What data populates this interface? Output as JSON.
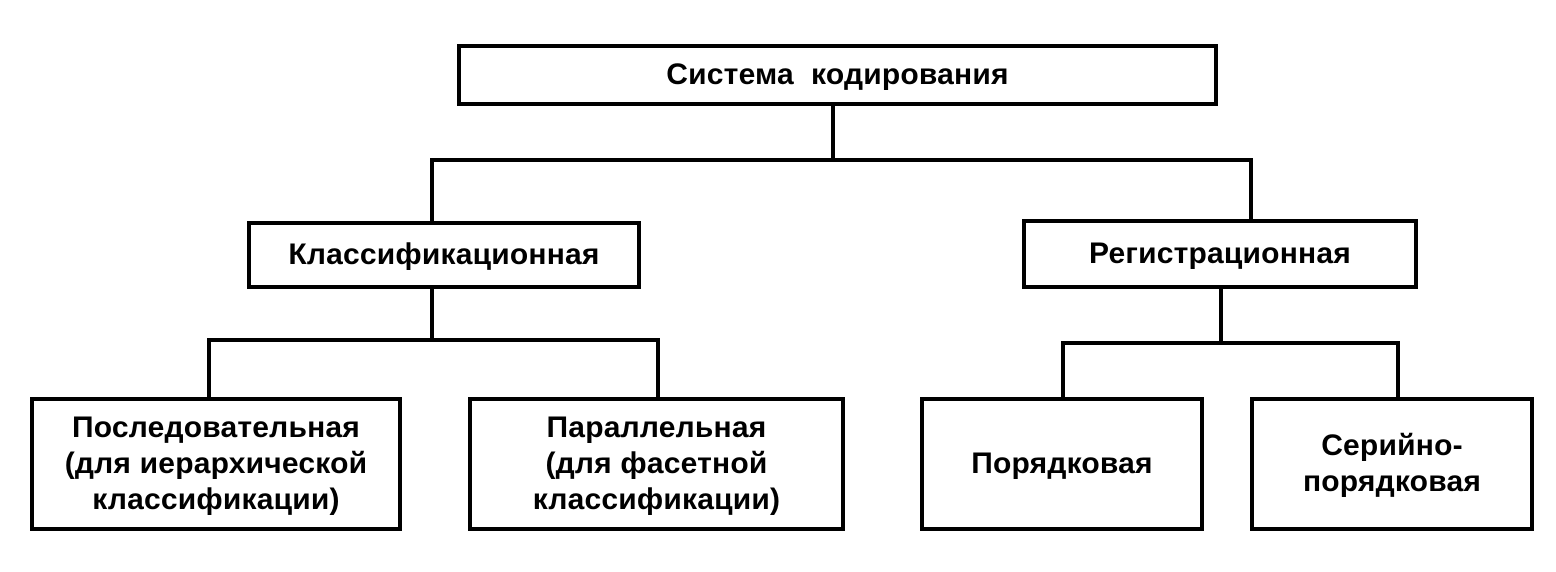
{
  "diagram": {
    "root": {
      "label": "Система  кодирования"
    },
    "classification": {
      "label": "Классификационная",
      "sequential": {
        "label": "Последовательная\n(для иерархической\nклассификации)"
      },
      "parallel": {
        "label": "Параллельная\n(для фасетной\nклассификации)"
      }
    },
    "registration": {
      "label": "Регистрационная",
      "ordinal": {
        "label": "Порядковая"
      },
      "serial_ordinal": {
        "label": "Серийно-\nпорядковая"
      }
    }
  }
}
